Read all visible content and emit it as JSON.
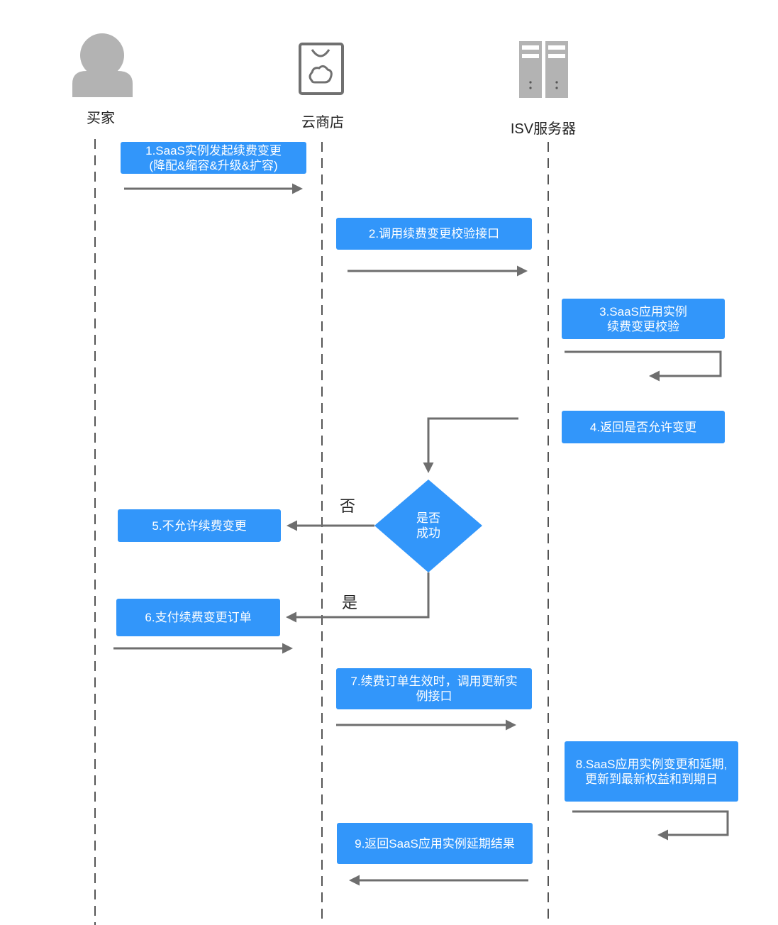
{
  "actors": {
    "buyer": "买家",
    "store": "云商店",
    "isv": "ISV服务器"
  },
  "steps": {
    "s1": [
      "1.SaaS实例发起续费变更",
      "(降配&缩容&升级&扩容)"
    ],
    "s2": [
      "2.调用续费变更校验接口"
    ],
    "s3": [
      "3.SaaS应用实例",
      "续费变更校验"
    ],
    "s4": [
      "4.返回是否允许变更"
    ],
    "s5": [
      "5.不允许续费变更"
    ],
    "s6": [
      "6.支付续费变更订单"
    ],
    "s7": [
      "7.续费订单生效时，调用更新实",
      "例接口"
    ],
    "s8": [
      "8.SaaS应用实例变更和延期,",
      "更新到最新权益和到期日"
    ],
    "s9": [
      "9.返回SaaS应用实例延期结果"
    ]
  },
  "decision": [
    "是否",
    "成功"
  ],
  "branches": {
    "no": "否",
    "yes": "是"
  },
  "colors": {
    "box": "#3296FA",
    "arrow": "#6E6E6E",
    "lifeline": "#555555",
    "icon": "#B3B3B3"
  }
}
